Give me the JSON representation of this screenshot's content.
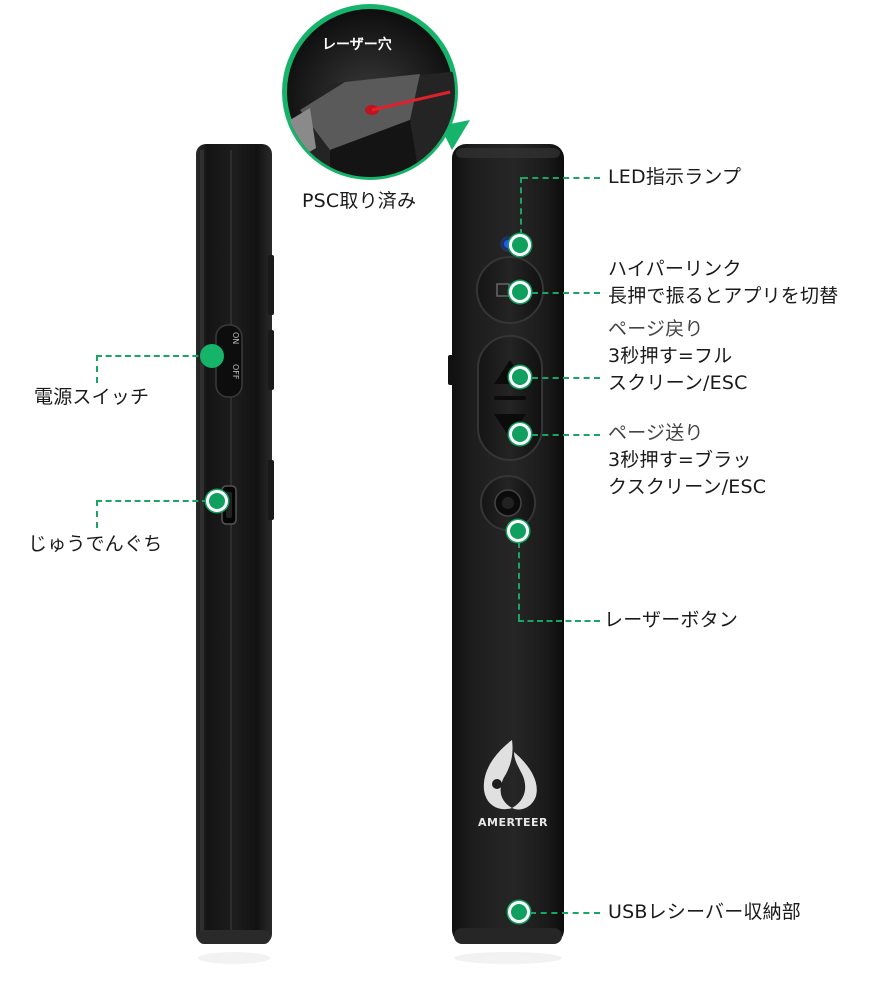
{
  "callout": {
    "title": "レーザー穴",
    "caption": "PSC取り済み"
  },
  "labels": {
    "led": "LED指示ランプ",
    "hyperlink_line1": "ハイパーリンク",
    "hyperlink_line2": "長押で振るとアプリを切替",
    "page_back_line1": "ページ戻り",
    "page_back_line2": "3秒押す=フル",
    "page_back_line3": "スクリーン/ESC",
    "page_fwd_line1": "ページ送り",
    "page_fwd_line2": "3秒押す=ブラッ",
    "page_fwd_line3": "クスクリーン/ESC",
    "laser_button": "レーザーボタン",
    "usb_storage": "USBレシーバー収納部",
    "power_switch": "電源スイッチ",
    "charging_port": "じゅうでんぐち"
  },
  "device": {
    "brand": "AMERTEER",
    "switch_on": "ON",
    "switch_off": "OFF"
  },
  "colors": {
    "accent": "#16b46a",
    "device_body": "#1c1c1c",
    "laser": "#e0202a",
    "led": "#1e5bff"
  },
  "icons": [
    "laser-hole-icon",
    "led-icon",
    "hyperlink-button-icon",
    "up-arrow-icon",
    "down-arrow-icon",
    "laser-button-icon",
    "brand-logo-icon",
    "micro-usb-port-icon",
    "power-switch-icon"
  ]
}
